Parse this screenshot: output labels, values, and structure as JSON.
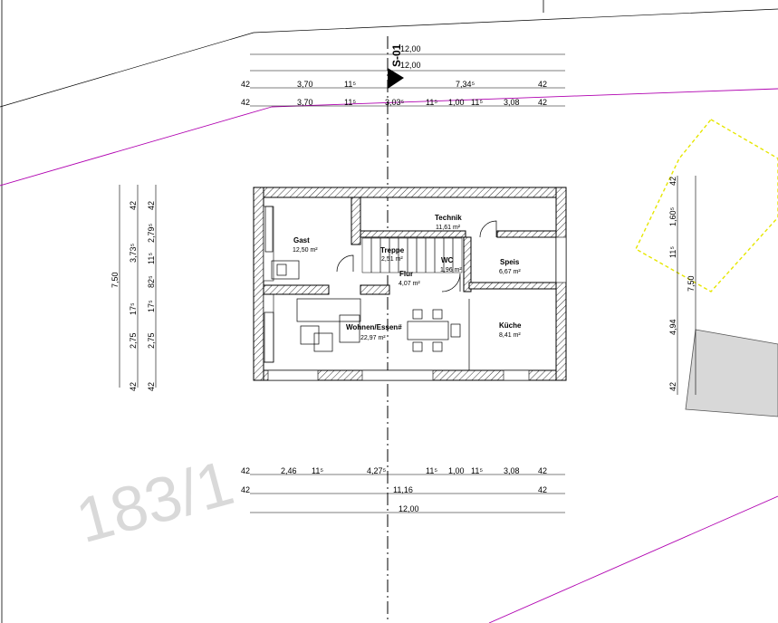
{
  "section": {
    "label": "S-01"
  },
  "parcel_number": "183/1",
  "rooms": {
    "gast": {
      "name": "Gast",
      "area": "12,50 m²"
    },
    "technik": {
      "name": "Technik",
      "area": "11,61 m²"
    },
    "treppe": {
      "name": "Treppe",
      "area": "2,51 m²"
    },
    "wc": {
      "name": "WC",
      "area": "1,96 m²"
    },
    "speis": {
      "name": "Speis",
      "area": "6,67 m²"
    },
    "flur": {
      "name": "Flur",
      "area": "4,07 m²"
    },
    "wohnen": {
      "name": "Wohnen/Essen#",
      "area": "22,97 m²"
    },
    "kueche": {
      "name": "Küche",
      "area": "8,41 m²"
    }
  },
  "dims_top": {
    "total_a": "12,00",
    "total_b": "12,00",
    "row1": [
      "42",
      "3,70",
      "11⁵",
      "7,34⁵",
      "42"
    ],
    "row2": [
      "42",
      "3,70",
      "11⁵",
      "3,03⁵",
      "11⁵",
      "1,00",
      "11⁵",
      "3,08",
      "42"
    ]
  },
  "dims_bottom": {
    "row1": [
      "42",
      "2,46",
      "11⁵",
      "4,27⁵",
      "11⁵",
      "1,00",
      "11⁵",
      "3,08",
      "42"
    ],
    "row2": [
      "42",
      "11,16",
      "42"
    ],
    "total": "12,00"
  },
  "dims_left": {
    "total": "7,50",
    "col1": [
      "42",
      "3,73⁵",
      "17⁵",
      "2,75",
      "42"
    ],
    "col2": [
      "42",
      "2,79⁵",
      "11⁵",
      "82⁵",
      "17⁵",
      "2,75",
      "42"
    ]
  },
  "dims_right": {
    "total": "7,50",
    "col": [
      "42",
      "1,60⁵",
      "11⁵",
      "4,94",
      "42"
    ]
  }
}
